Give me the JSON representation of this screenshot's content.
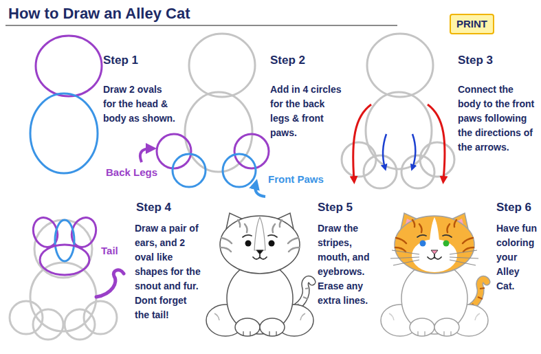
{
  "diagram": {
    "title": "How to Draw an Alley Cat",
    "nodes": [
      {
        "text": [
          "PRINT"
        ]
      }
    ],
    "labels": [
      "Step 1",
      "Draw 2 ovals for the head & body as shown.",
      "Step 2",
      "Add in 4 circles for the back legs & front paws.",
      "Back Legs",
      "Front Paws",
      "Step 3",
      "Connect the body to the front paws following the directions of the arrows.",
      "Step 4",
      "Draw a pair of ears, and 2 oval like shapes for the snout and fur. Dont forget the tail!",
      "Tail",
      "Step 5",
      "Draw the stripes, mouth, and eyebrows. Erase any extra lines.",
      "Step 6",
      "Have fun coloring your Alley Cat."
    ]
  }
}
